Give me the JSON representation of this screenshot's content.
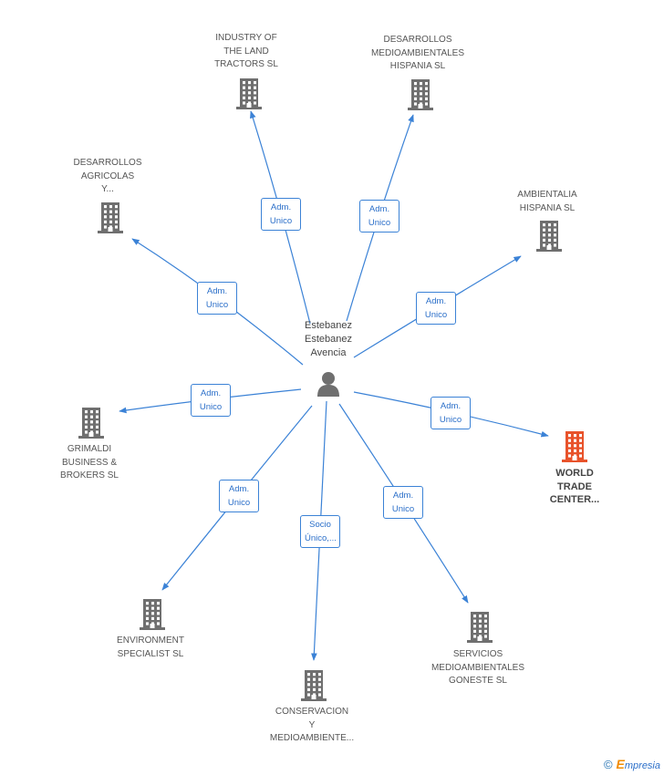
{
  "center": {
    "name_lines": [
      "Estebanez",
      "Estebanez",
      "Avencia"
    ],
    "icon": "person-icon"
  },
  "companies": [
    {
      "id": "industry",
      "lines": [
        "INDUSTRY OF",
        "THE LAND",
        "TRACTORS SL"
      ],
      "relation": [
        "Adm.",
        "Unico"
      ],
      "highlight": false
    },
    {
      "id": "desarrollos-medio",
      "lines": [
        "DESARROLLOS",
        "MEDIOAMBIENTALES",
        "HISPANIA SL"
      ],
      "relation": [
        "Adm.",
        "Unico"
      ],
      "highlight": false
    },
    {
      "id": "desarrollos-agri",
      "lines": [
        "DESARROLLOS",
        "AGRICOLAS",
        "Y..."
      ],
      "relation": [
        "Adm.",
        "Unico"
      ],
      "highlight": false
    },
    {
      "id": "ambientalia",
      "lines": [
        "AMBIENTALIA",
        "HISPANIA SL"
      ],
      "relation": [
        "Adm.",
        "Unico"
      ],
      "highlight": false
    },
    {
      "id": "grimaldi",
      "lines": [
        "GRIMALDI",
        "BUSINESS &",
        "BROKERS SL"
      ],
      "relation": [
        "Adm.",
        "Unico"
      ],
      "highlight": false
    },
    {
      "id": "wtc",
      "lines": [
        "WORLD",
        "TRADE",
        "CENTER..."
      ],
      "relation": [
        "Adm.",
        "Unico"
      ],
      "highlight": true
    },
    {
      "id": "environment",
      "lines": [
        "ENVIRONMENT",
        "SPECIALIST SL"
      ],
      "relation": [
        "Adm.",
        "Unico"
      ],
      "highlight": false
    },
    {
      "id": "conservacion",
      "lines": [
        "CONSERVACION",
        "Y",
        "MEDIOAMBIENTE..."
      ],
      "relation": [
        "Socio",
        "Único,..."
      ],
      "highlight": false
    },
    {
      "id": "servicios",
      "lines": [
        "SERVICIOS",
        "MEDIOAMBIENTALES",
        "GONESTE SL"
      ],
      "relation": [
        "Adm.",
        "Unico"
      ],
      "highlight": false
    }
  ],
  "colors": {
    "edge": "#3b82d6",
    "building": "#6f6f6f",
    "building_highlight": "#e8532b",
    "person": "#6f6f6f"
  },
  "footer": {
    "copyright": "©",
    "brand_first": "E",
    "brand_rest": "mpresia"
  }
}
